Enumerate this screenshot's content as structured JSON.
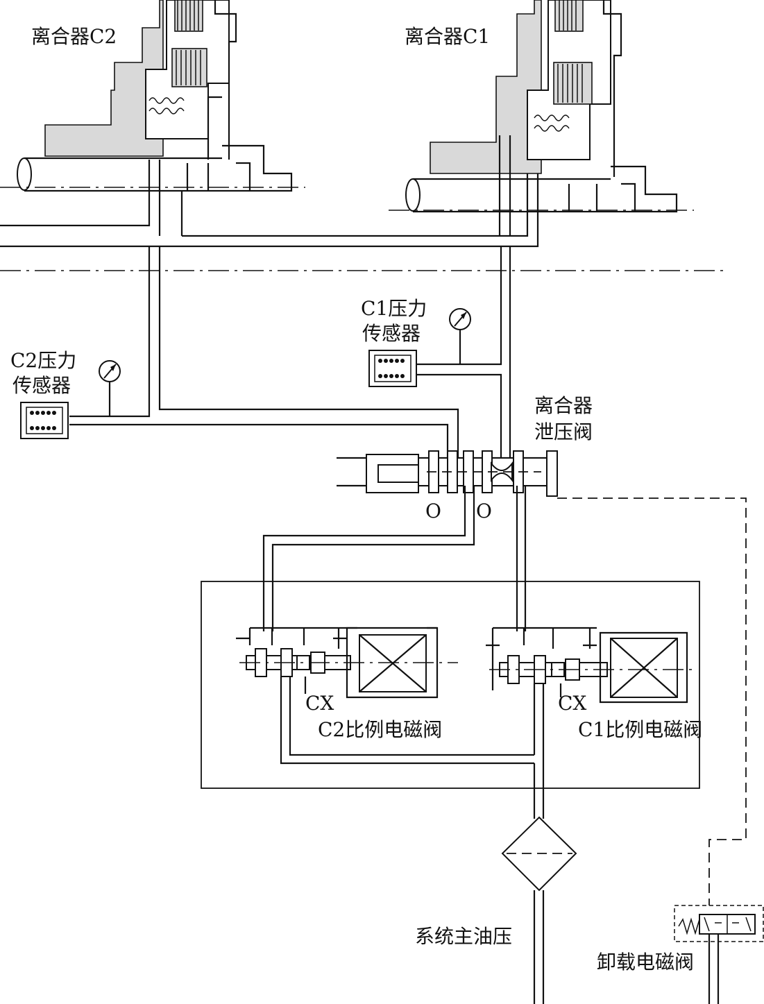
{
  "labels": {
    "clutch_c2": "离合器C2",
    "clutch_c1": "离合器C1",
    "c1_sensor_l1": "C1压力",
    "c1_sensor_l2": "传感器",
    "c2_sensor_l1": "C2压力",
    "c2_sensor_l2": "传感器",
    "relief_l1": "离合器",
    "relief_l2": "泄压阀",
    "port_o1": "O",
    "port_o2": "O",
    "cx_left": "CX",
    "cx_right": "CX",
    "c2_valve": "C2比例电磁阀",
    "c1_valve": "C1比例电磁阀",
    "main_pressure": "系统主油压",
    "unload_valve": "卸载电磁阀"
  }
}
